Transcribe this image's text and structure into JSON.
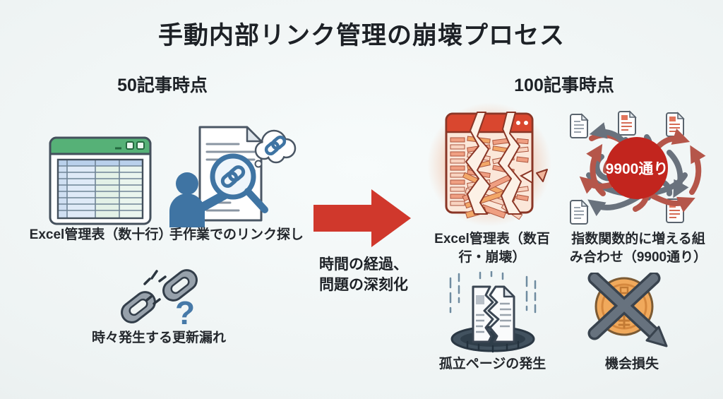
{
  "title": "手動内部リンク管理の崩壊プロセス",
  "left_section": {
    "heading": "50記事時点",
    "excel_table": {
      "label": "Excel管理表（数十行）"
    },
    "manual_search": {
      "label": "手作業でのリンク探し"
    },
    "broken_chain": {
      "label": "時々発生する更新漏れ",
      "question_mark": "?"
    }
  },
  "transition": {
    "line1": "時間の経過、",
    "line2": "問題の深刻化"
  },
  "right_section": {
    "heading": "100記事時点",
    "broken_excel": {
      "label_line1": "Excel管理表（数百",
      "label_line2": "行・崩壊）"
    },
    "tangled_links": {
      "badge": "9900通り",
      "label_line1": "指数関数的に増える組",
      "label_line2": "み合わせ（9900通り）"
    },
    "isolated_page": {
      "label": "孤立ページの発生"
    },
    "opportunity_loss": {
      "label": "機会損失"
    }
  },
  "colors": {
    "background": "#eef3f3",
    "title_text": "#1d2126",
    "arrow_red": "#d0382c",
    "excel_green": "#56b177",
    "person_blue": "#3f74a3",
    "chain_gray": "#97a1ab",
    "alert_red": "#c2251e",
    "broken_table_red": "#d9472f",
    "coin_orange": "#f0a95c",
    "pit_dark": "#42525f"
  }
}
